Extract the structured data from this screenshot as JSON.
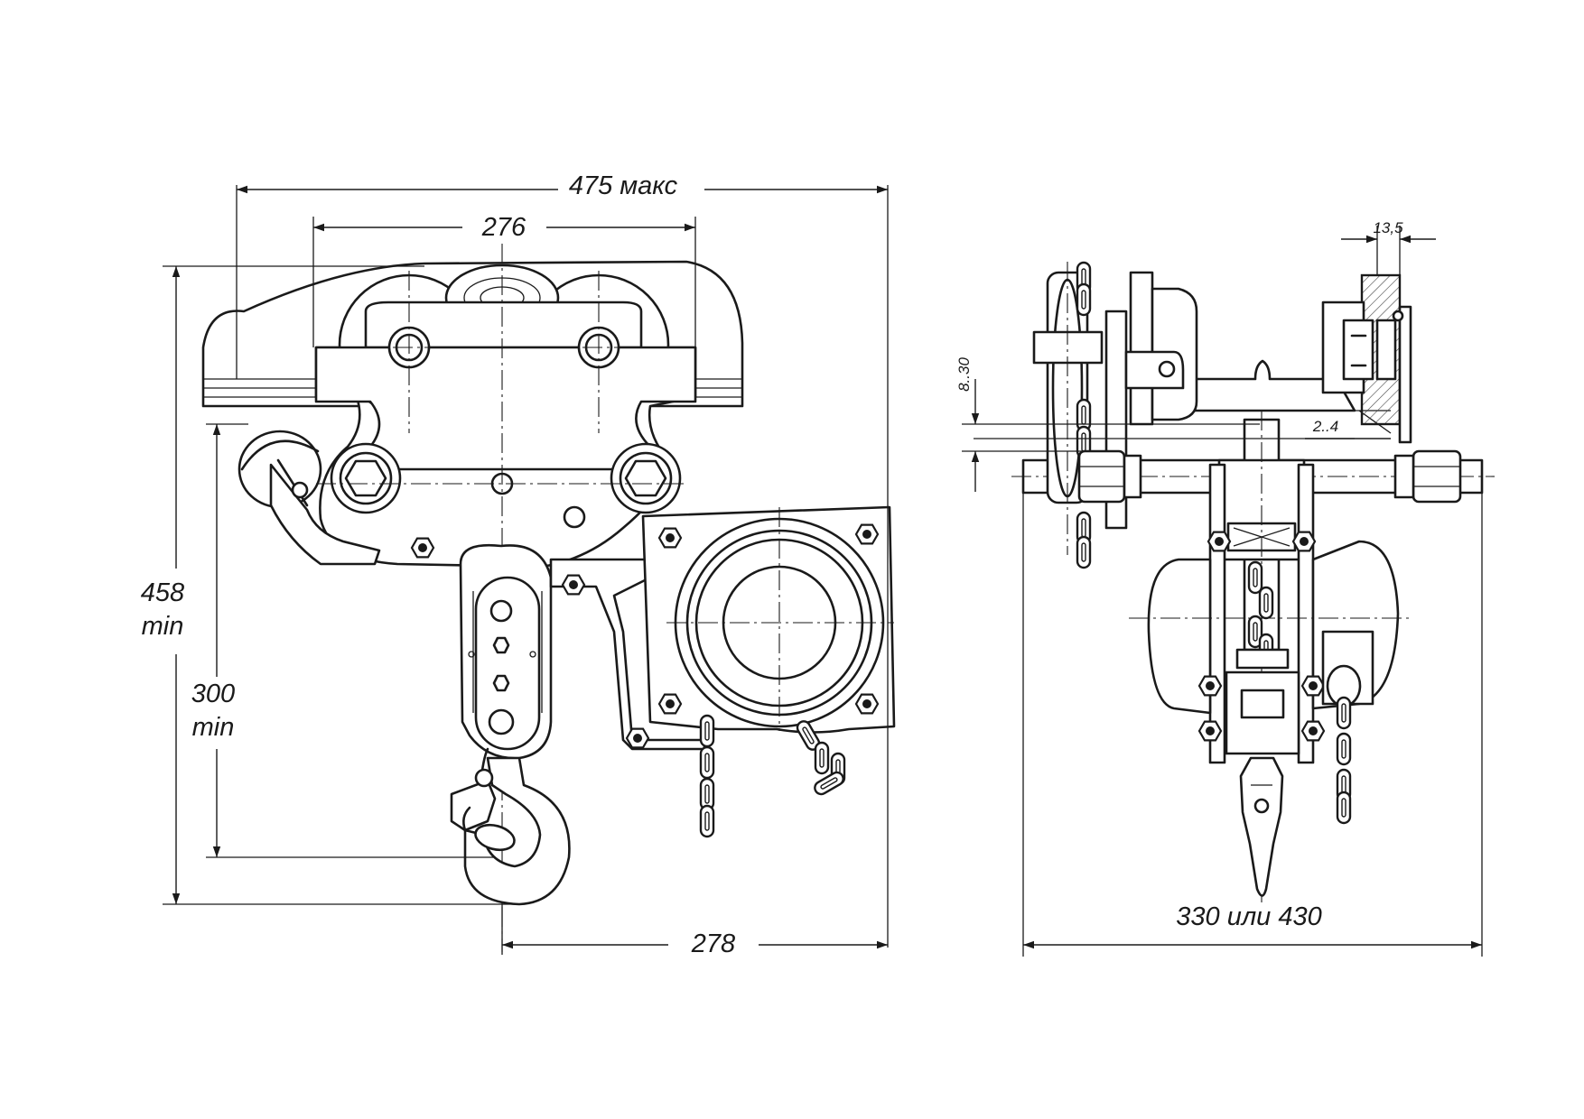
{
  "dimensions": {
    "overall_width": "475 макс",
    "wheel_base": "276",
    "total_height_value": "458",
    "total_height_suffix": "min",
    "hook_height_value": "300",
    "hook_height_suffix": "min",
    "hook_to_edge": "278",
    "side_width": "330 или 430",
    "washer_thickness": "13,5",
    "flange_range": "8..30",
    "gap_range": "2..4"
  }
}
